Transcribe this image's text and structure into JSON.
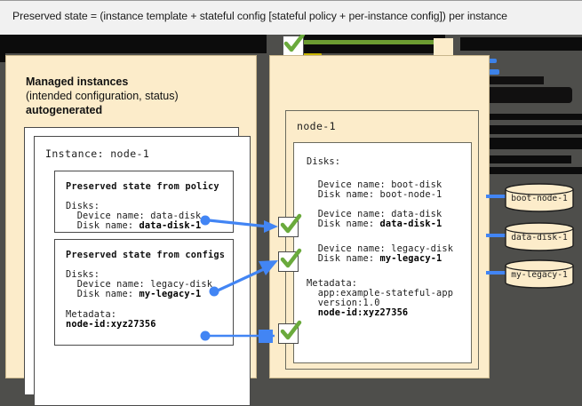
{
  "caption": {
    "text": "Preserved state = (instance template + stateful config [stateful policy + per-instance config]) per instance"
  },
  "colors": {
    "cream": "#fcecca",
    "backdrop": "#4e4e4b",
    "redaction": "#0c0c0c",
    "accent_blue": "#4285f4",
    "accent_green": "#6c9c32",
    "check_green": "#6aaa3c",
    "card_white": "#ffffff"
  },
  "left_panel": {
    "title": "Managed instances",
    "subtitle": "(intended configuration, status)",
    "subtitle2": "autogenerated",
    "instance_title": "Instance: node-1",
    "policy_card": {
      "heading": "Preserved state from policy",
      "lines": [
        "Disks:",
        "  Device name: data-disk",
        "  Disk name: "
      ],
      "bold_value": "data-disk-1"
    },
    "configs_card": {
      "heading": "Preserved state from configs",
      "lines": [
        "Disks:",
        "  Device name: legacy-disk",
        "  Disk name: "
      ],
      "bold_value": "my-legacy-1",
      "metadata_label": "Metadata:",
      "metadata_value": "node-id:xyz27356"
    }
  },
  "right_panel": {
    "node_title": "node-1",
    "disks_label": "Disks:",
    "disks": [
      {
        "device_line": "  Device name: boot-disk",
        "disk_label": "  Disk name: ",
        "disk_value": "boot-node-1",
        "bold": false,
        "checked": false
      },
      {
        "device_line": "  Device name: data-disk",
        "disk_label": "  Disk name: ",
        "disk_value": "data-disk-1",
        "bold": true,
        "checked": true
      },
      {
        "device_line": "  Device name: legacy-disk",
        "disk_label": "  Disk name: ",
        "disk_value": "my-legacy-1",
        "bold": true,
        "checked": true
      }
    ],
    "metadata_label": "Metadata:",
    "metadata": [
      {
        "text": "  app:example-stateful-app",
        "bold": false
      },
      {
        "text": "  version:1.0",
        "bold": false
      },
      {
        "text": "  node-id:xyz27356",
        "bold": true
      }
    ]
  },
  "disk_cylinders": [
    {
      "label": "boot-node-1"
    },
    {
      "label": "data-disk-1"
    },
    {
      "label": "my-legacy-1"
    }
  ],
  "icons": {
    "check": "check-mark-icon",
    "cylinder": "disk-cylinder-icon",
    "arrow": "arrow-icon"
  }
}
